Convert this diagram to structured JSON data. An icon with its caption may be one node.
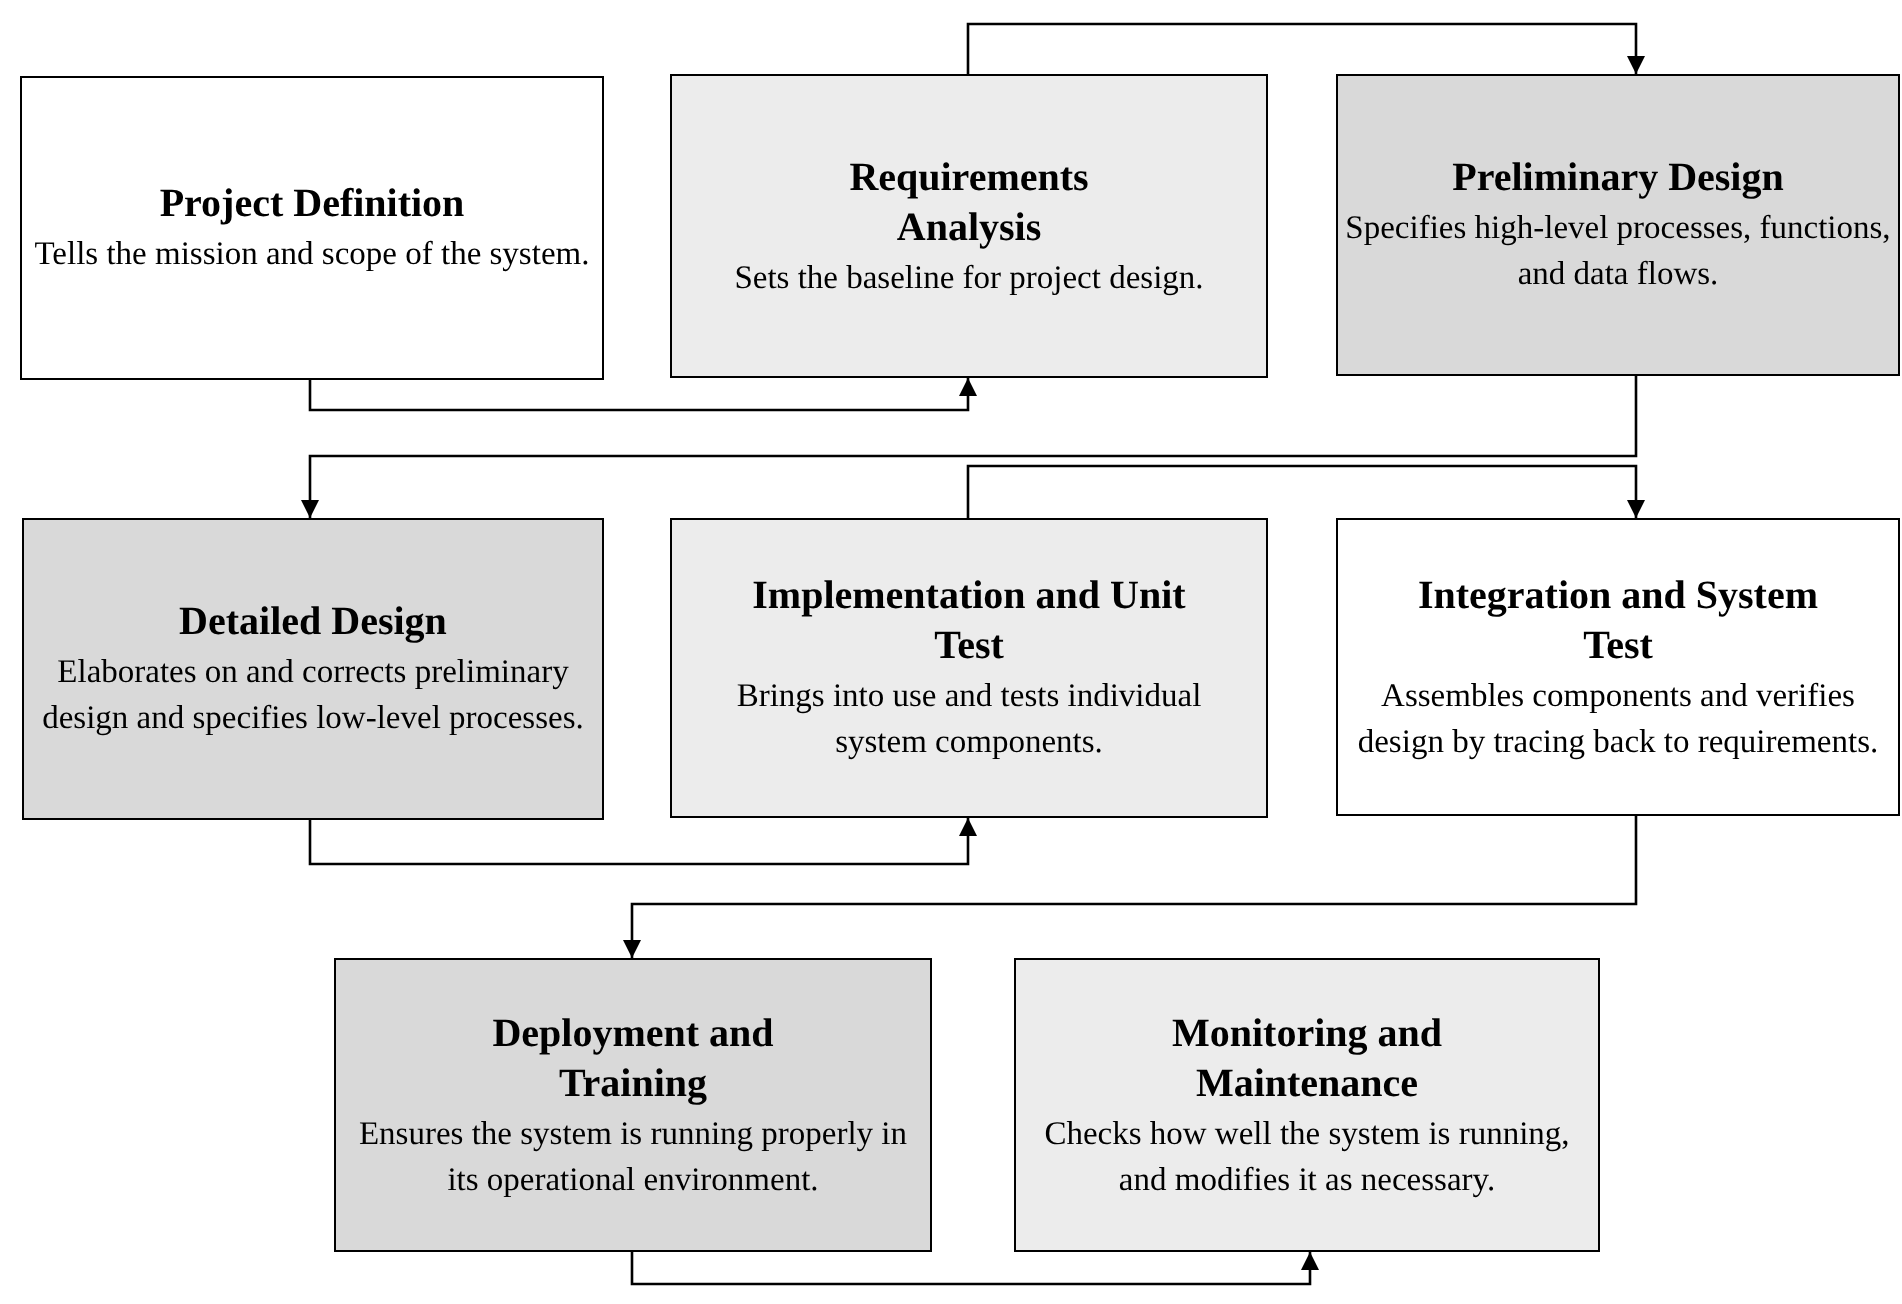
{
  "diagram": {
    "nodes": [
      {
        "text": [
          "Project Definition",
          "Tells the mission and scope of the system."
        ]
      },
      {
        "text": [
          "Requirements Analysis",
          "Sets the baseline for project design."
        ]
      },
      {
        "text": [
          "Preliminary Design",
          "Specifies high-level processes, functions, and data flows."
        ]
      },
      {
        "text": [
          "Detailed Design",
          "Elaborates on and corrects preliminary design and specifies low-level processes."
        ]
      },
      {
        "text": [
          "Implementation and Unit Test",
          "Brings into use and tests individual system components."
        ]
      },
      {
        "text": [
          "Integration and System Test",
          "Assembles components and verifies design by tracing back to requirements."
        ]
      },
      {
        "text": [
          "Deployment and Training",
          "Ensures the system is running properly in its operational environment."
        ]
      },
      {
        "text": [
          "Monitoring and Maintenance",
          "Checks how well the system is running, and modifies it as necessary."
        ]
      }
    ],
    "edges": [
      {
        "from": 0,
        "to": 1,
        "arrow": "to"
      },
      {
        "from": 1,
        "to": 2,
        "arrow": "to"
      },
      {
        "from": 2,
        "to": 3,
        "arrow": "to"
      },
      {
        "from": 3,
        "to": 4,
        "arrow": "to"
      },
      {
        "from": 4,
        "to": 5,
        "arrow": "to"
      },
      {
        "from": 5,
        "to": 6,
        "arrow": "to"
      },
      {
        "from": 6,
        "to": 7,
        "arrow": "to"
      }
    ]
  }
}
